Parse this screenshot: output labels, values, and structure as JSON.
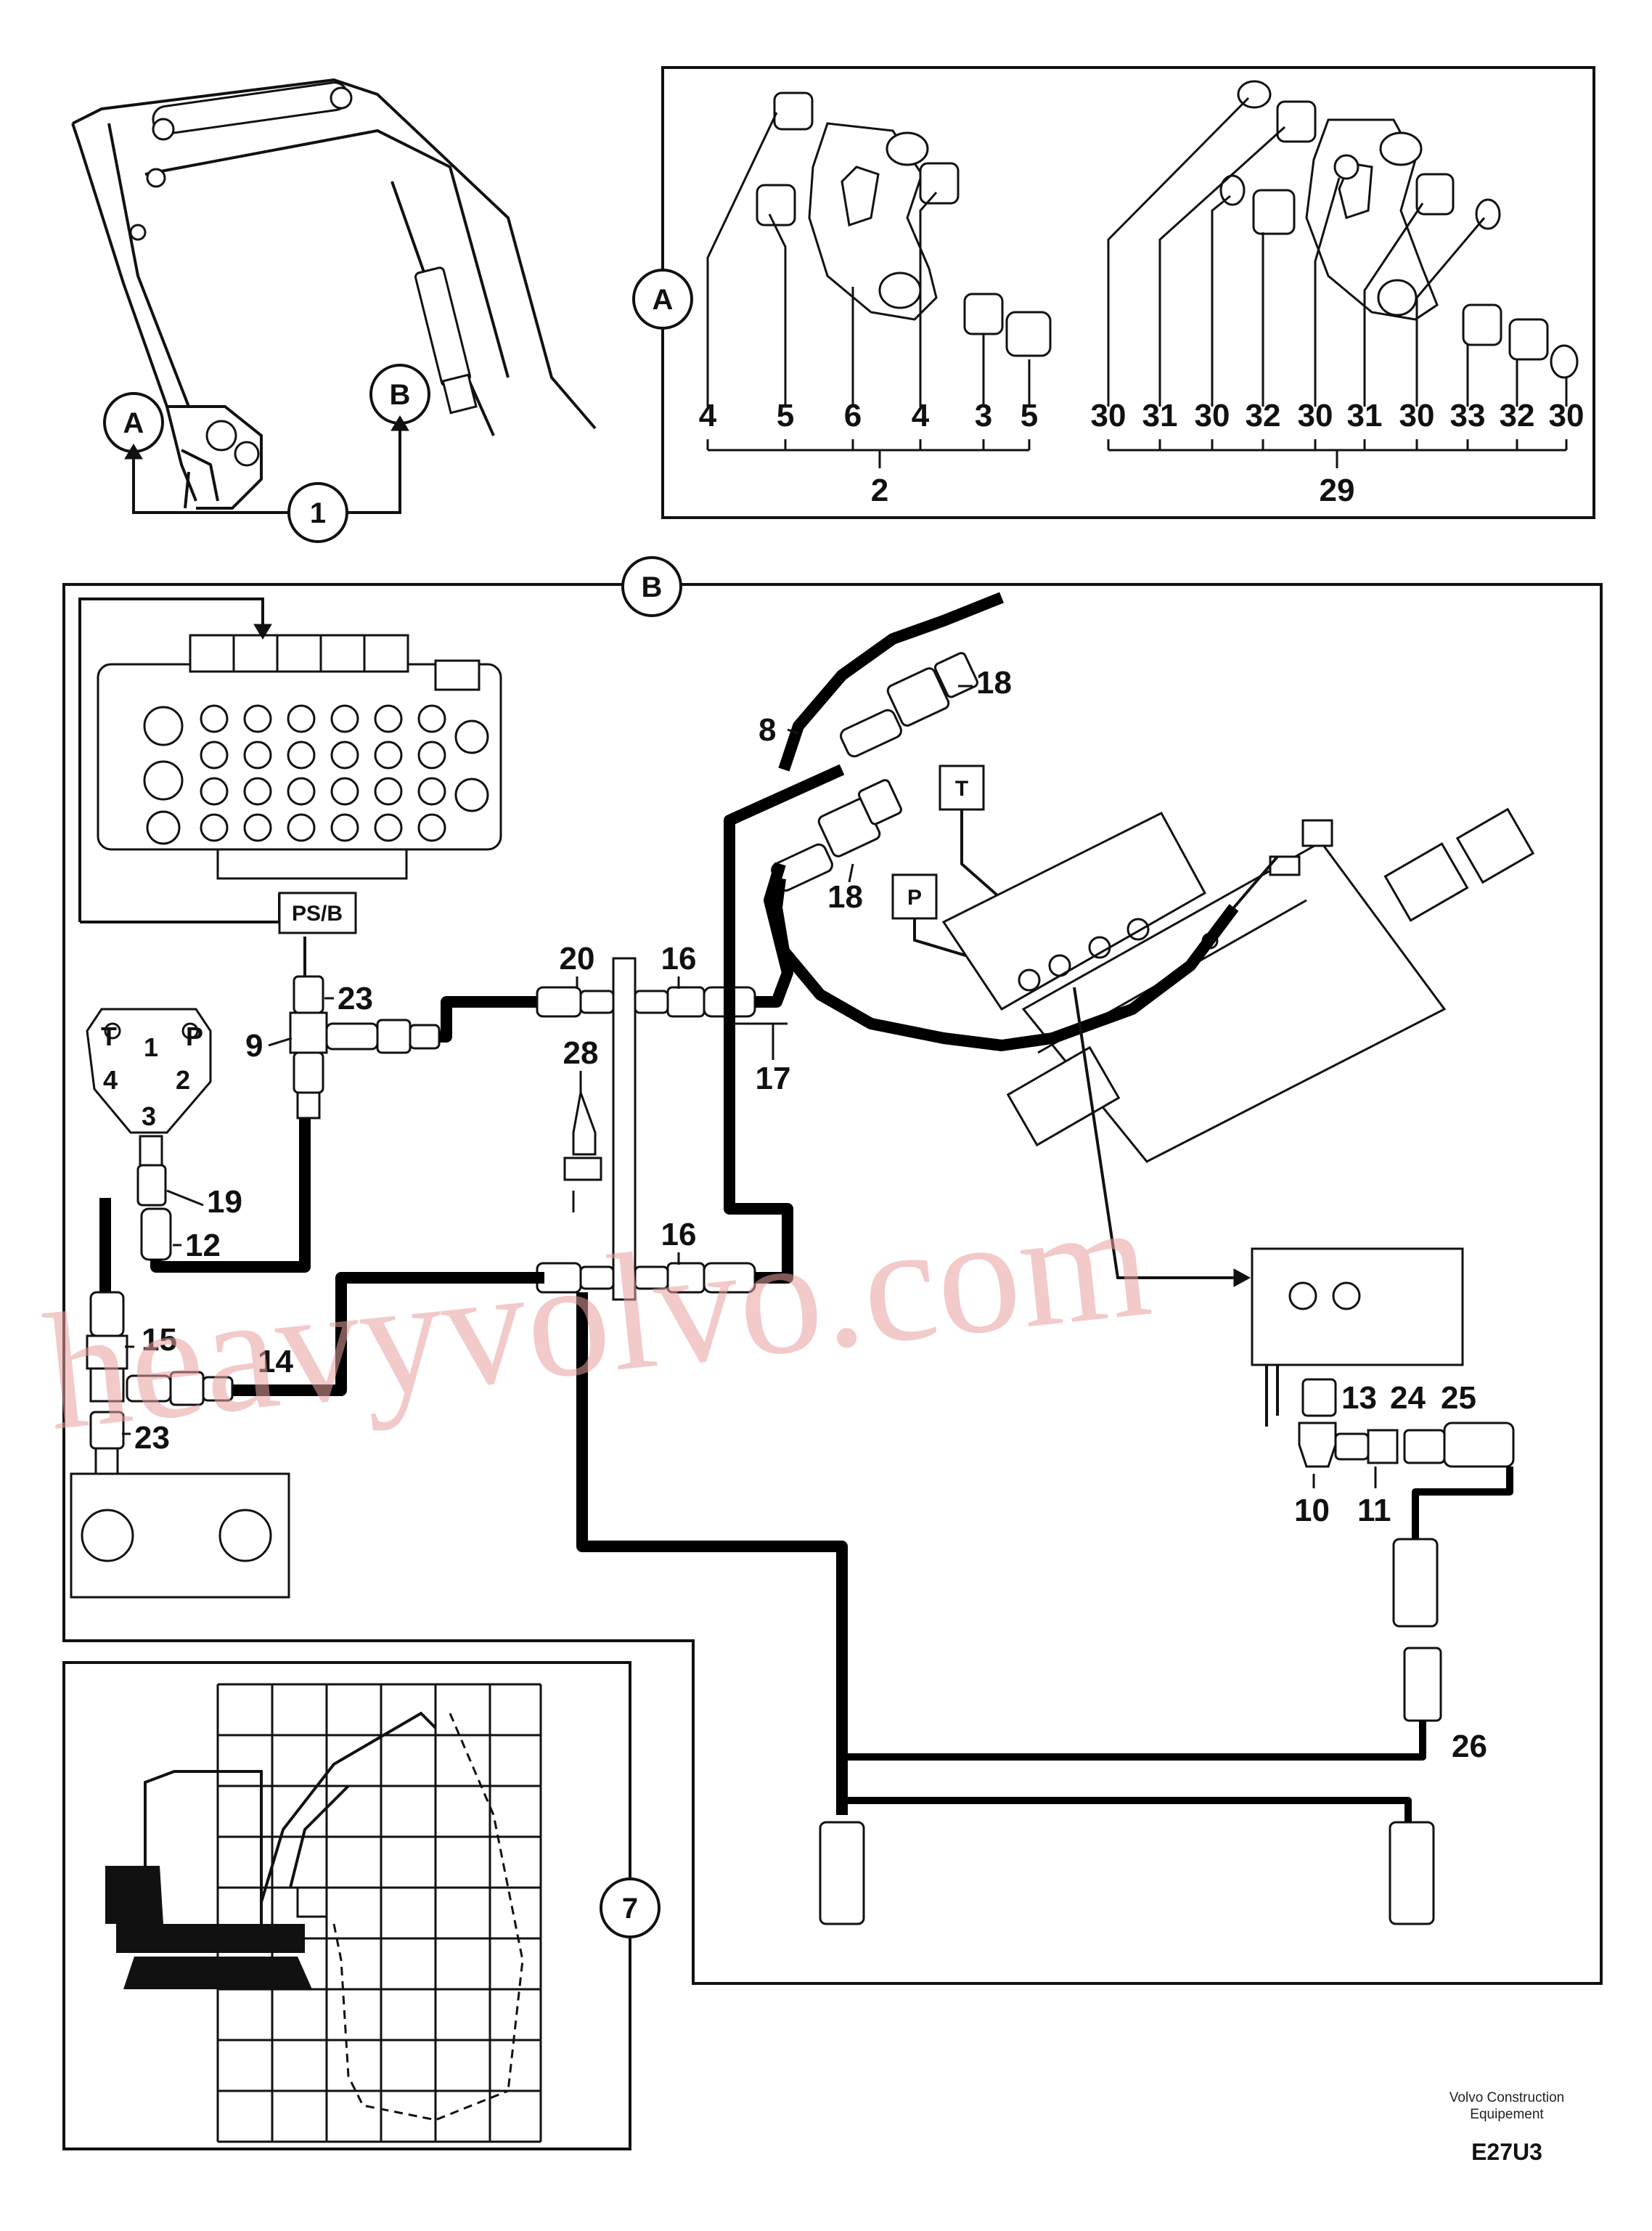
{
  "callouts": {
    "detail_a": "A",
    "detail_b": "B",
    "item_1": "1",
    "item_7": "7"
  },
  "detail_a_labels": {
    "left_items": [
      "4",
      "5",
      "6",
      "4",
      "3",
      "5"
    ],
    "left_group": "2",
    "right_items": [
      "30",
      "31",
      "30",
      "32",
      "30",
      "31",
      "30",
      "33",
      "32",
      "30"
    ],
    "right_group": "29"
  },
  "detail_b_labels": {
    "n8": "8",
    "n18a": "18",
    "n18b": "18",
    "t_box": "T",
    "p_box": "P",
    "psb_box": "PS/B",
    "n20": "20",
    "n16a": "16",
    "n16b": "16",
    "n17": "17",
    "n28": "28",
    "n23a": "23",
    "n23b": "23",
    "n9": "9",
    "n19": "19",
    "n12": "12",
    "n15": "15",
    "n14": "14",
    "n13": "13",
    "n24": "24",
    "n25": "25",
    "n10": "10",
    "n11": "11",
    "n26": "26",
    "port_t": "T",
    "port_1": "1",
    "port_p": "P",
    "port_4": "4",
    "port_2": "2",
    "port_3": "3"
  },
  "footer": {
    "brand_line1": "Volvo Construction",
    "brand_line2": "Equipement",
    "code": "E27U3"
  },
  "watermark": "heavyvolvo.com"
}
